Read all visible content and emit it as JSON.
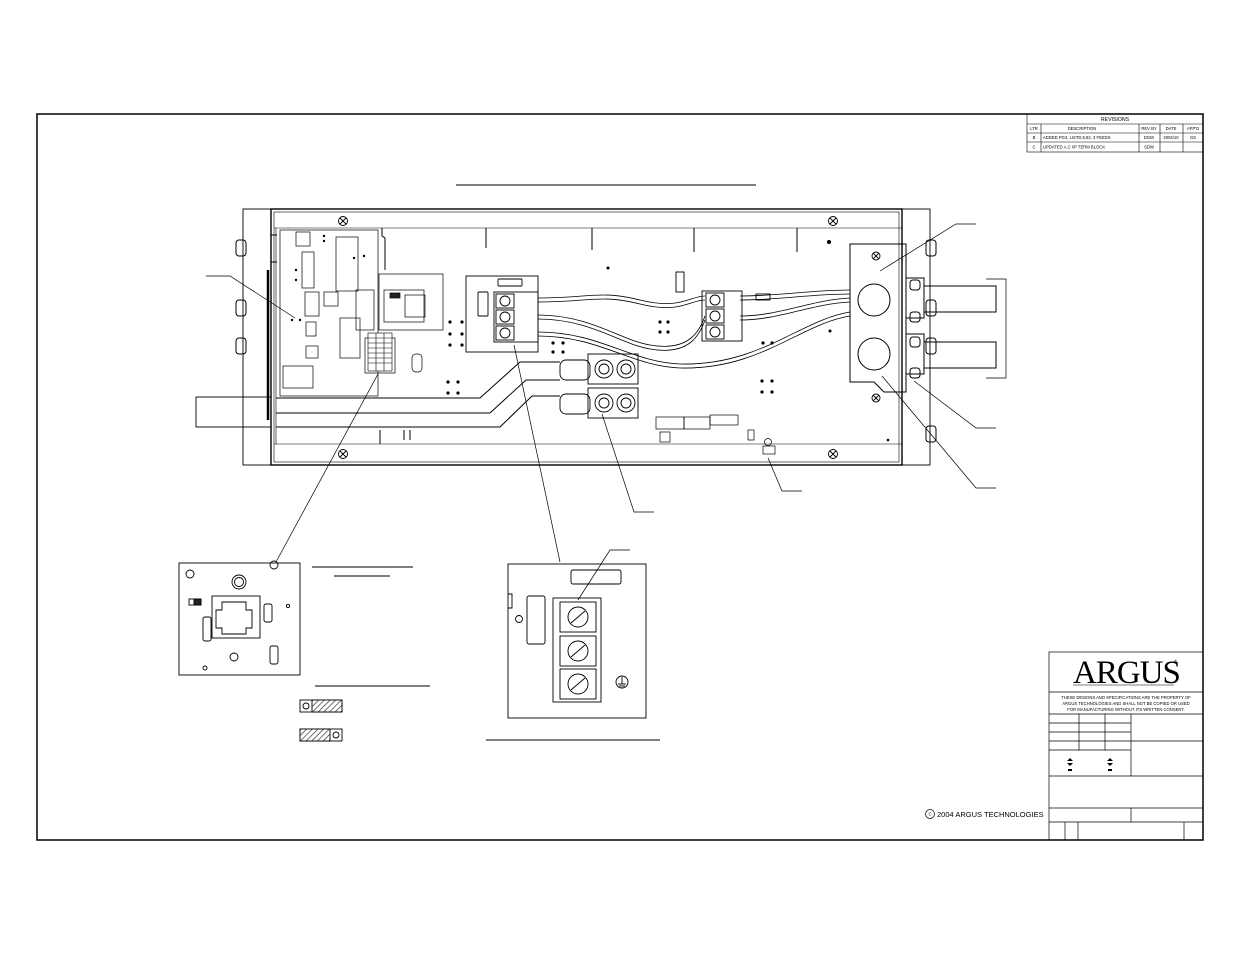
{
  "revisions": {
    "title": "REVISIONS",
    "headers": [
      "LTR",
      "DESCRIPTION",
      "REV BY",
      "DATE",
      "APP'D"
    ],
    "rows": [
      [
        "B",
        "ADDED PG3, LISTD,9,82, 3 FEEDS",
        "DGW",
        "2004/10",
        "GS"
      ],
      [
        "C",
        "UPDATED A.C I/P TERM BLOCK",
        "SDW",
        "",
        ""
      ]
    ]
  },
  "title_block": {
    "logo": "ARGUS",
    "registered_mark": "®",
    "notice_lines": [
      "THESE DESIGNS AND SPECIFICATIONS ARE THE PROPERTY OF",
      "ARGUS TECHNOLOGIES AND SHALL NOT BE COPIED OR USED",
      "FOR MANUFACTURING WITHOUT ITS WRITTEN CONSENT."
    ],
    "copyright_symbol": "C",
    "copyright_text": "2004 ARGUS TECHNOLOGIES"
  },
  "colors": {
    "line": "#000000",
    "hatch": "#555555",
    "fill_dark": "#222222"
  }
}
